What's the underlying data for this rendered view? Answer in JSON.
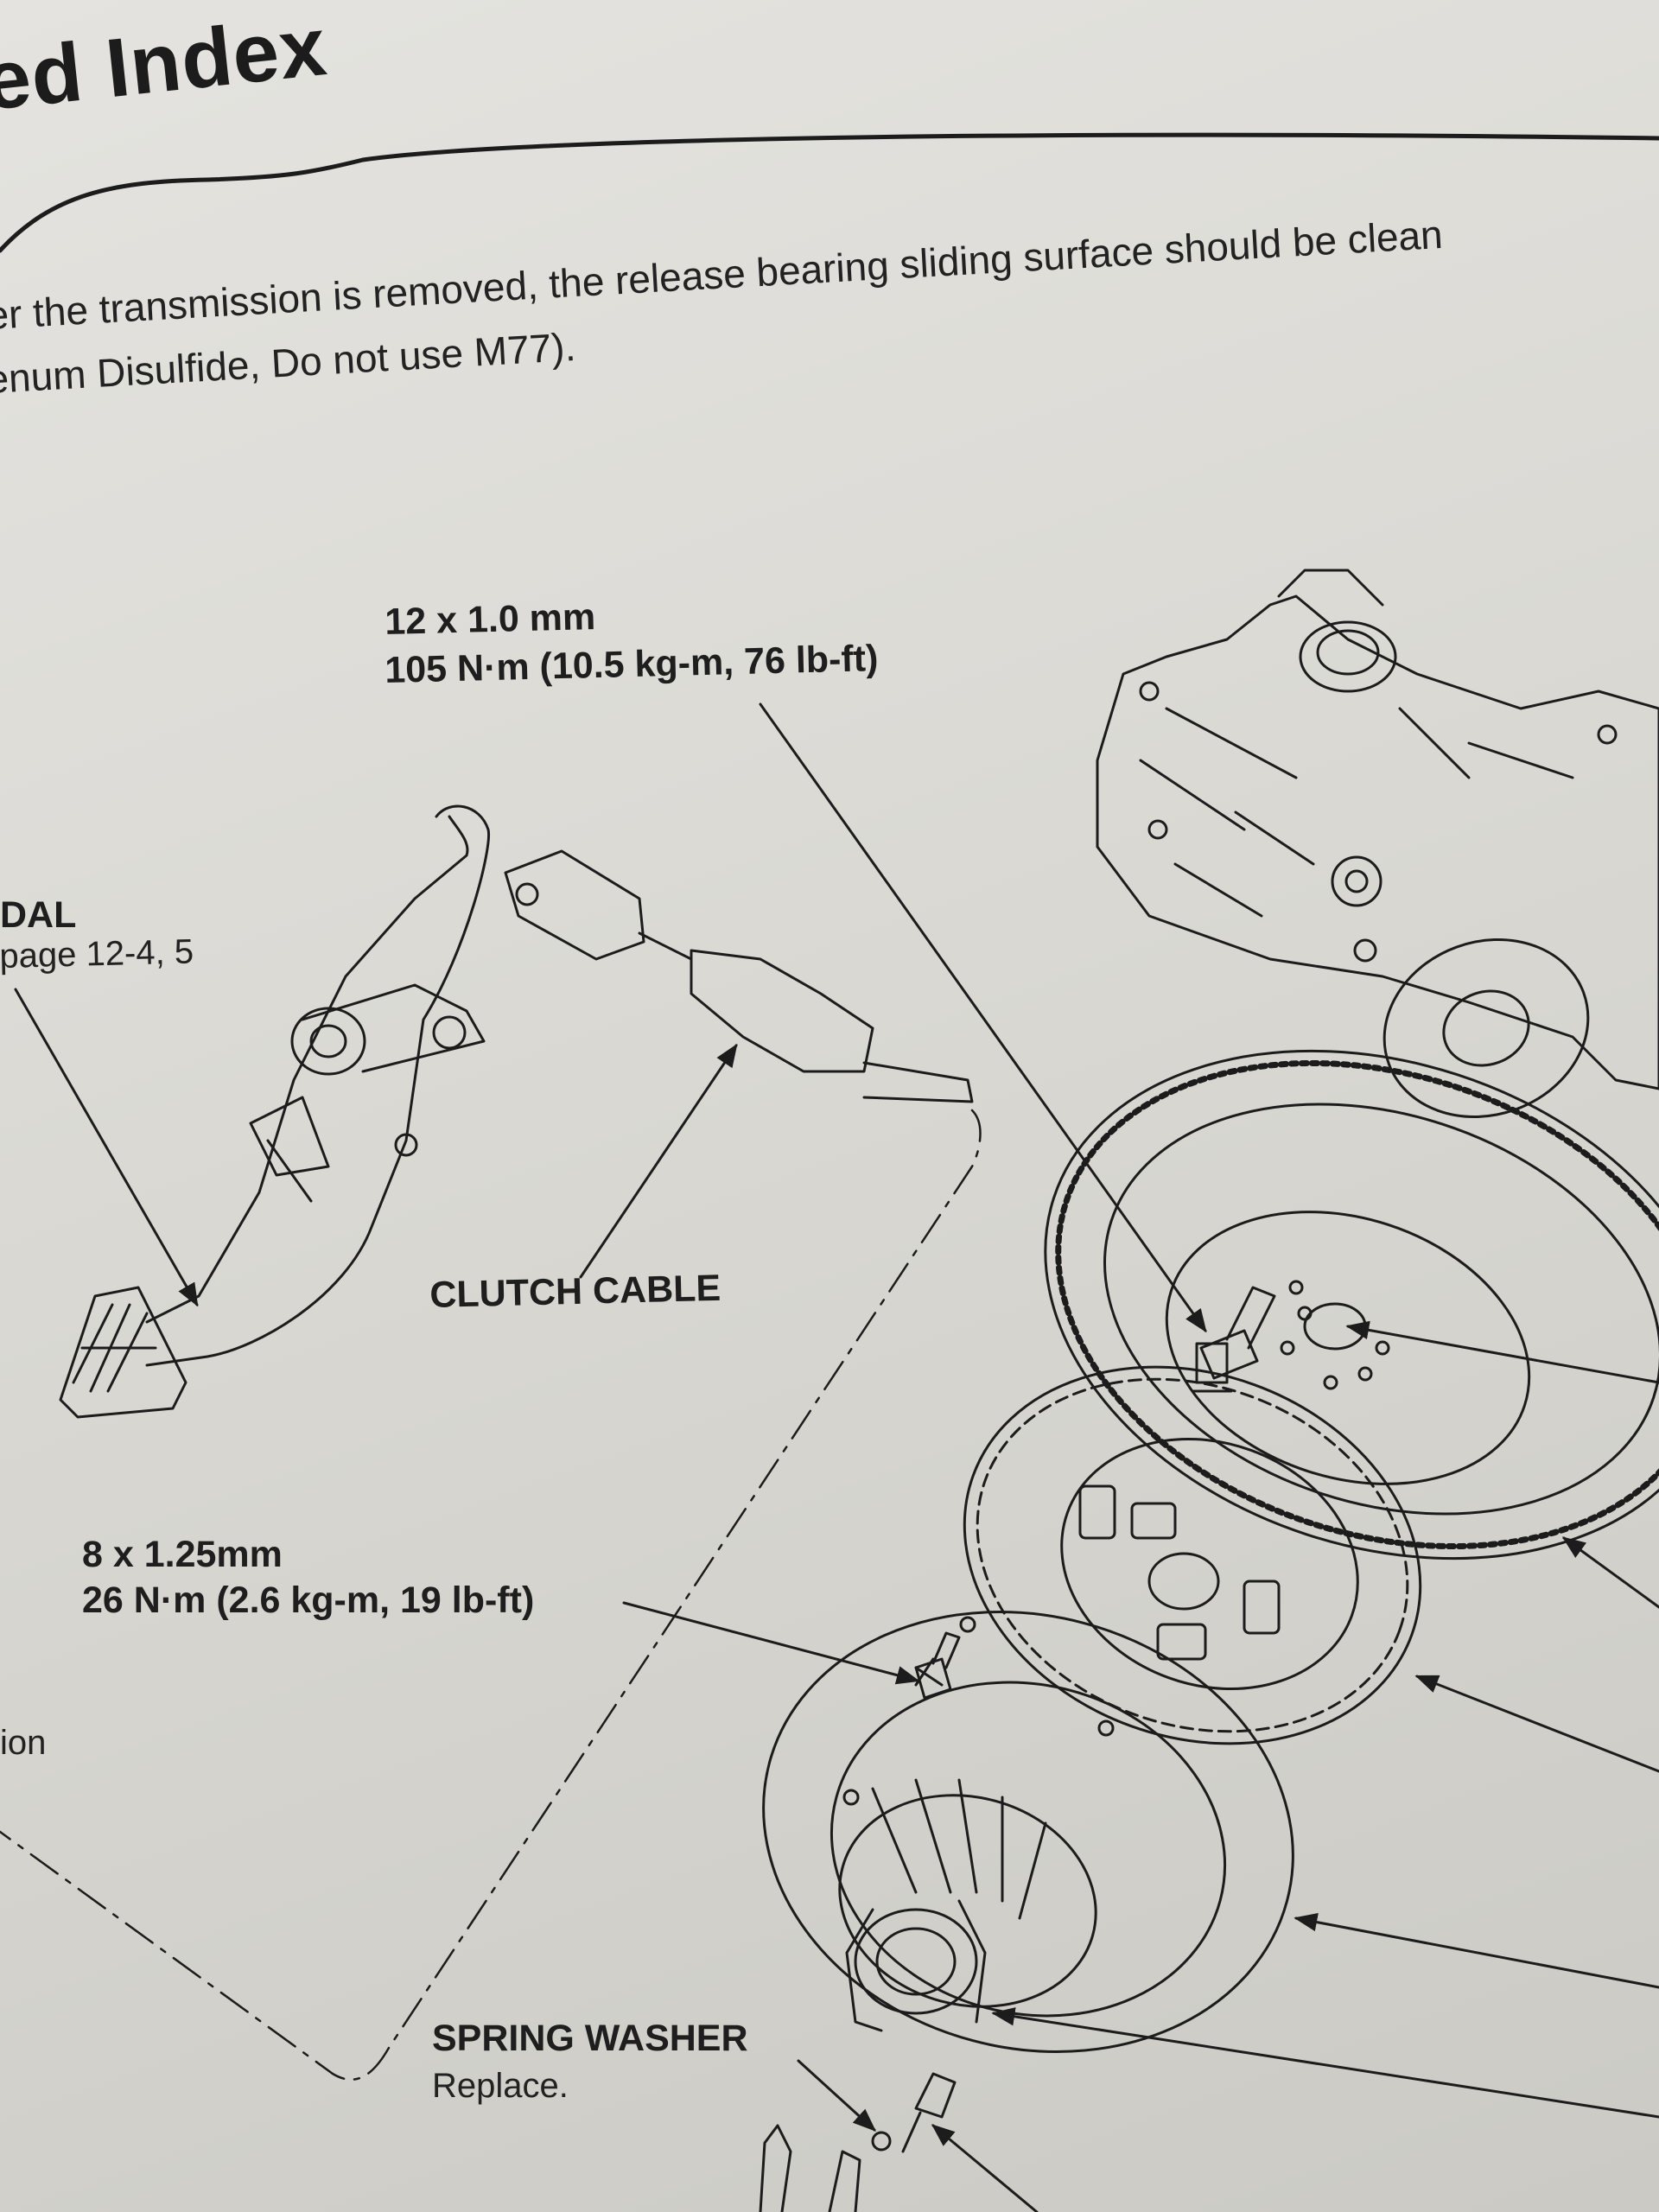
{
  "header": {
    "title": "ed Index"
  },
  "note": {
    "line1": "er the transmission is removed, the release bearing sliding surface should be clean",
    "line2": "enum Disulfide, Do not use M77)."
  },
  "callouts": {
    "flywheel_bolt": {
      "size": "12 x 1.0 mm",
      "torque": "105 N·m (10.5 kg-m, 76 lb-ft)"
    },
    "pedal": {
      "name": "DAL",
      "ref": "page 12-4, 5"
    },
    "clutch_cable": {
      "name": "CLUTCH CABLE"
    },
    "pressure_plate_bolt": {
      "size": "8 x 1.25mm",
      "torque": "26 N·m (2.6 kg-m, 19 lb-ft)"
    },
    "left_fragment": {
      "line1": "ion"
    },
    "spring_washer": {
      "name": "SPRING WASHER",
      "note": "Replace."
    }
  },
  "colors": {
    "paper": "#dcdbd6",
    "ink": "#1c1c1c"
  }
}
